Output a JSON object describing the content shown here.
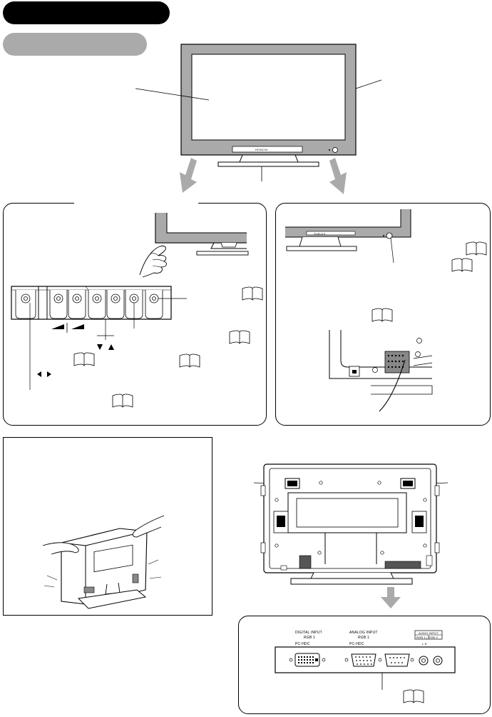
{
  "front_view": {
    "logo_text": "HITACHI",
    "power_indicator_symbol": "⏻"
  },
  "detail_panel": {
    "label": "SUB-DX"
  },
  "rear_terminals": {
    "groups": [
      {
        "title_line1": "DIGITAL INPUT",
        "title_line2": "RGB 1",
        "sub": "PC-HDC"
      },
      {
        "title_line1": "ANALOG INPUT",
        "title_line2": "RGB 1",
        "sub": "PC-HDC"
      },
      {
        "title_line1": "AUDIO INPUT",
        "title_line2": "RGB 1 | RGB 2",
        "sub": "L   R"
      }
    ]
  },
  "colors": {
    "shade": "#aaaaaa",
    "line": "#000000",
    "panel_bg": "#ffffff"
  }
}
